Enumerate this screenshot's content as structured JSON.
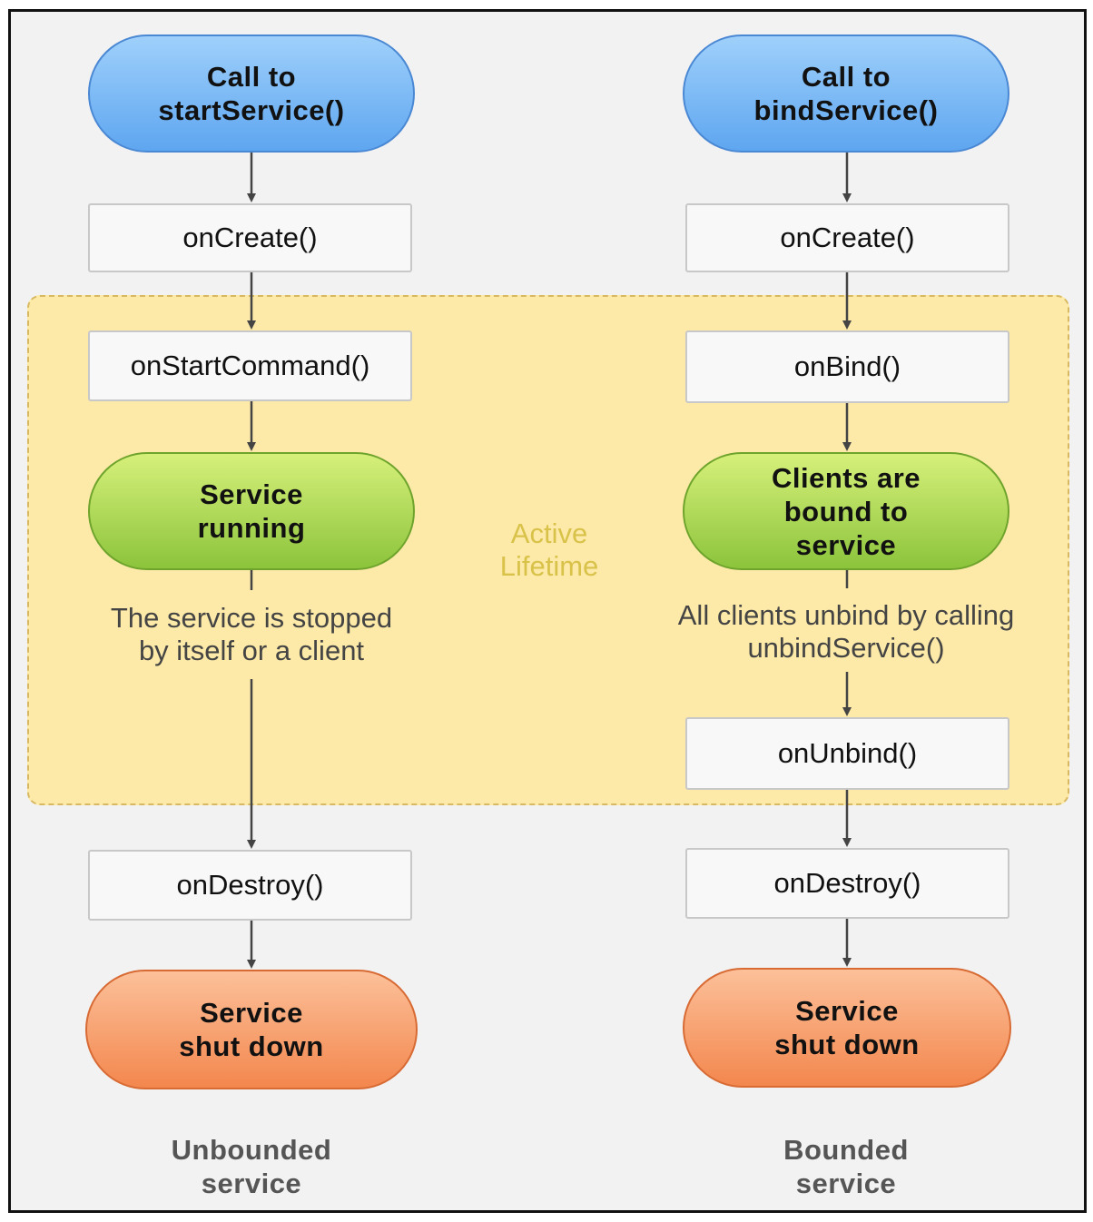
{
  "diagram": {
    "active_lifetime_label": "Active\nLifetime",
    "unbounded": {
      "start": "Call to\nstartService()",
      "on_create": "onCreate()",
      "on_start_command": "onStartCommand()",
      "running": "Service\nrunning",
      "stop_note": "The service is stopped\nby itself or a client",
      "on_destroy": "onDestroy()",
      "shut_down": "Service\nshut down",
      "footer": "Unbounded\nservice"
    },
    "bounded": {
      "start": "Call to\nbindService()",
      "on_create": "onCreate()",
      "on_bind": "onBind()",
      "bound": "Clients are\nbound to\nservice",
      "unbind_note": "All clients unbind by calling\nunbindService()",
      "on_unbind": "onUnbind()",
      "on_destroy": "onDestroy()",
      "shut_down": "Service\nshut down",
      "footer": "Bounded\nservice"
    }
  }
}
